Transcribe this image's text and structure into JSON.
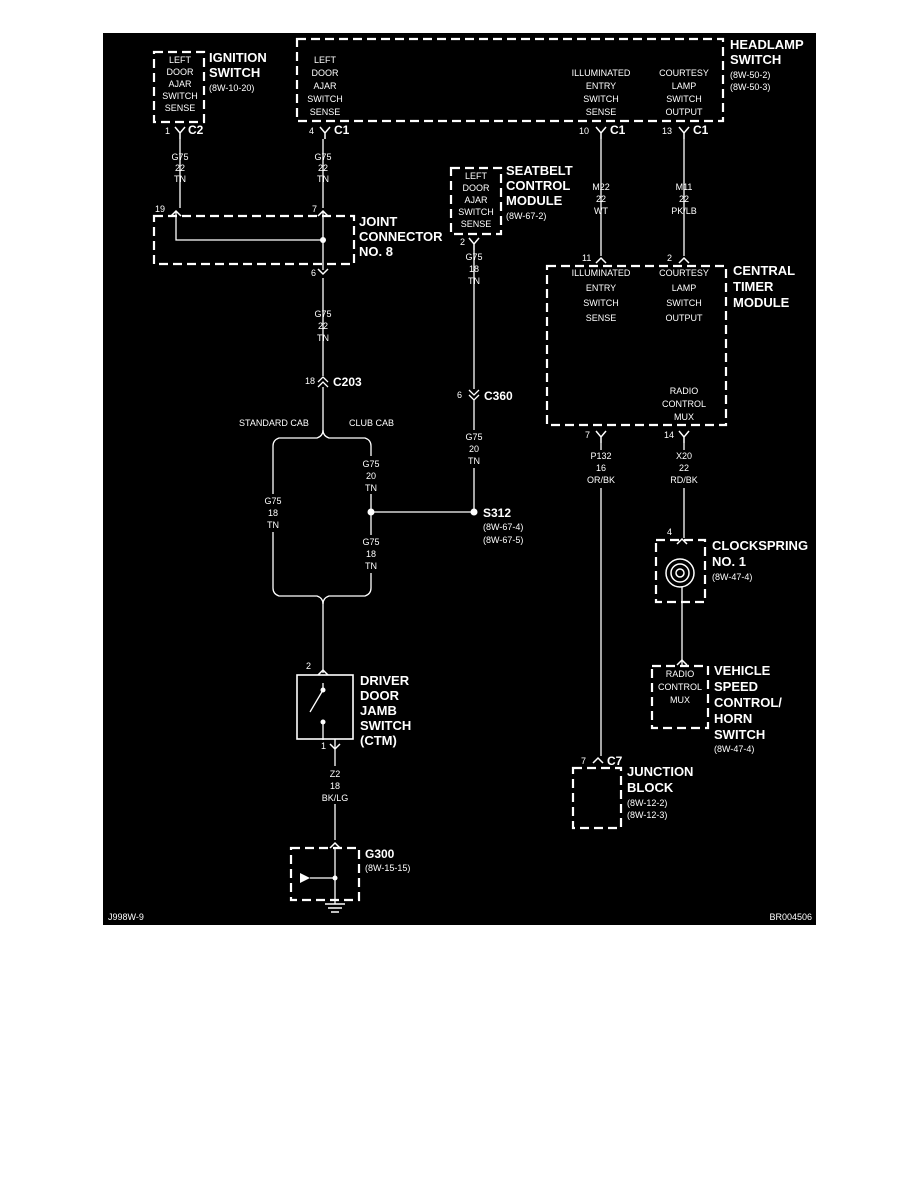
{
  "diagram": {
    "footer_left": "J998W-9",
    "footer_right": "BR004506",
    "ignition_switch": {
      "title": [
        "IGNITION",
        "SWITCH"
      ],
      "ref": "(8W-10-20)",
      "pin_label": [
        "LEFT",
        "DOOR",
        "AJAR",
        "SWITCH",
        "SENSE"
      ],
      "pin": "1",
      "connector": "C2"
    },
    "headlamp_switch": {
      "title": [
        "HEADLAMP",
        "SWITCH"
      ],
      "refs": [
        "(8W-50-2)",
        "(8W-50-3)"
      ],
      "left_label": [
        "LEFT",
        "DOOR",
        "AJAR",
        "SWITCH",
        "SENSE"
      ],
      "left_pin": "4",
      "left_connector": "C1",
      "mid_label": [
        "ILLUMINATED",
        "ENTRY",
        "SWITCH",
        "SENSE"
      ],
      "mid_pin": "10",
      "mid_connector": "C1",
      "right_label": [
        "COURTESY",
        "LAMP",
        "SWITCH",
        "OUTPUT"
      ],
      "right_pin": "13",
      "right_connector": "C1"
    },
    "wire_g75_22_tn": [
      "G75",
      "22",
      "TN"
    ],
    "wire_g75_18_tn": [
      "G75",
      "18",
      "TN"
    ],
    "wire_g75_20_tn": [
      "G75",
      "20",
      "TN"
    ],
    "wire_m22": [
      "M22",
      "22",
      "WT"
    ],
    "wire_m11": [
      "M11",
      "22",
      "PK/LB"
    ],
    "wire_p132": [
      "P132",
      "16",
      "OR/BK"
    ],
    "wire_x20": [
      "X20",
      "22",
      "RD/BK"
    ],
    "wire_z2": [
      "Z2",
      "18",
      "BK/LG"
    ],
    "joint_connector": {
      "title": [
        "JOINT",
        "CONNECTOR",
        "NO. 8"
      ],
      "pin_a": "19",
      "pin_b": "7",
      "pin_c": "6"
    },
    "seatbelt_module": {
      "title": [
        "SEATBELT",
        "CONTROL",
        "MODULE"
      ],
      "ref": "(8W-67-2)",
      "pin_label": [
        "LEFT",
        "DOOR",
        "AJAR",
        "SWITCH",
        "SENSE"
      ],
      "pin": "2"
    },
    "central_timer_module": {
      "title": [
        "CENTRAL",
        "TIMER",
        "MODULE"
      ],
      "left_label": [
        "ILLUMINATED",
        "ENTRY",
        "SWITCH",
        "SENSE"
      ],
      "right_label": [
        "COURTESY",
        "LAMP",
        "SWITCH",
        "OUTPUT"
      ],
      "bottom_label": [
        "RADIO",
        "CONTROL",
        "MUX"
      ],
      "pin_in_a": "11",
      "pin_in_b": "2",
      "pin_out_a": "7",
      "pin_out_b": "14"
    },
    "c203": {
      "pin": "18",
      "name": "C203"
    },
    "c360": {
      "pin": "6",
      "name": "C360"
    },
    "splice": {
      "left_branch": "STANDARD CAB",
      "right_branch": "CLUB CAB"
    },
    "s312": {
      "name": "S312",
      "refs": [
        "(8W-67-4)",
        "(8W-67-5)"
      ]
    },
    "clockspring": {
      "title": [
        "CLOCKSPRING",
        "NO. 1"
      ],
      "ref": "(8W-47-4)",
      "pin": "4"
    },
    "speed_control": {
      "title": [
        "VEHICLE",
        "SPEED",
        "CONTROL/",
        "HORN",
        "SWITCH"
      ],
      "ref": "(8W-47-4)",
      "label": [
        "RADIO",
        "CONTROL",
        "MUX"
      ]
    },
    "driver_door_switch": {
      "title": [
        "DRIVER",
        "DOOR",
        "JAMB",
        "SWITCH",
        "(CTM)"
      ],
      "pin_top": "2",
      "pin_bottom": "1"
    },
    "junction_block": {
      "title": [
        "JUNCTION",
        "BLOCK"
      ],
      "refs": [
        "(8W-12-2)",
        "(8W-12-3)"
      ],
      "pin": "7",
      "connector": "C7"
    },
    "g300": {
      "name": "G300",
      "ref": "(8W-15-15)"
    }
  }
}
